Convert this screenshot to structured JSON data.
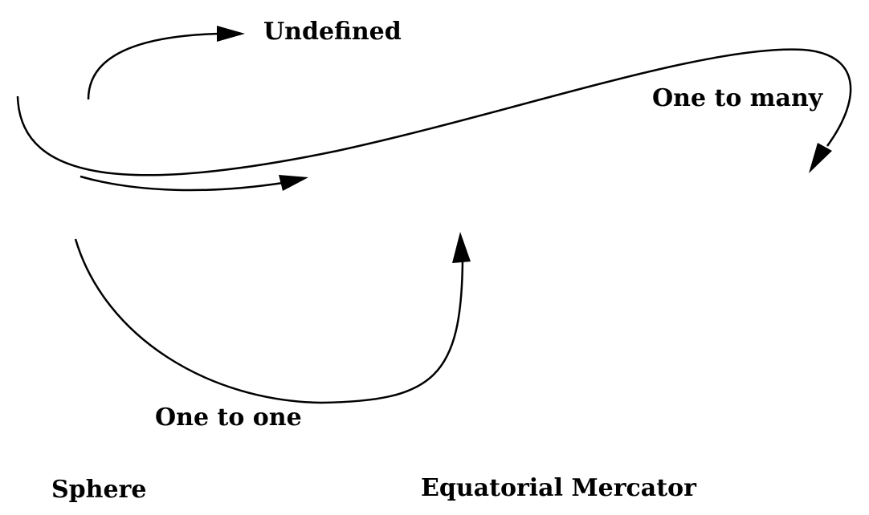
{
  "diagram": {
    "mappings": {
      "undefined_label": "Undefined",
      "one_to_many_label": "One to many",
      "one_to_one_label": "One to one"
    },
    "projections": {
      "sphere_label": "Sphere",
      "mercator_label": "Equatorial Mercator"
    },
    "colors": {
      "stroke": "#000000",
      "background": "#ffffff"
    }
  }
}
